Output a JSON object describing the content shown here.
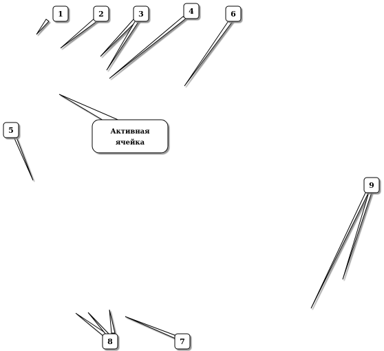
{
  "callouts": [
    {
      "id": "1",
      "label": "1"
    },
    {
      "id": "2",
      "label": "2"
    },
    {
      "id": "3",
      "label": "3"
    },
    {
      "id": "4",
      "label": "4"
    },
    {
      "id": "5",
      "label": "5"
    },
    {
      "id": "6",
      "label": "6"
    },
    {
      "id": "7",
      "label": "7"
    },
    {
      "id": "8",
      "label": "8"
    },
    {
      "id": "9",
      "label": "9"
    }
  ],
  "active_cell_bubble": {
    "line1": "Активная",
    "line2": "ячейка"
  },
  "colors": {
    "stroke": "#000000",
    "shadow": "#9a9a9a",
    "fill": "#ffffff"
  }
}
